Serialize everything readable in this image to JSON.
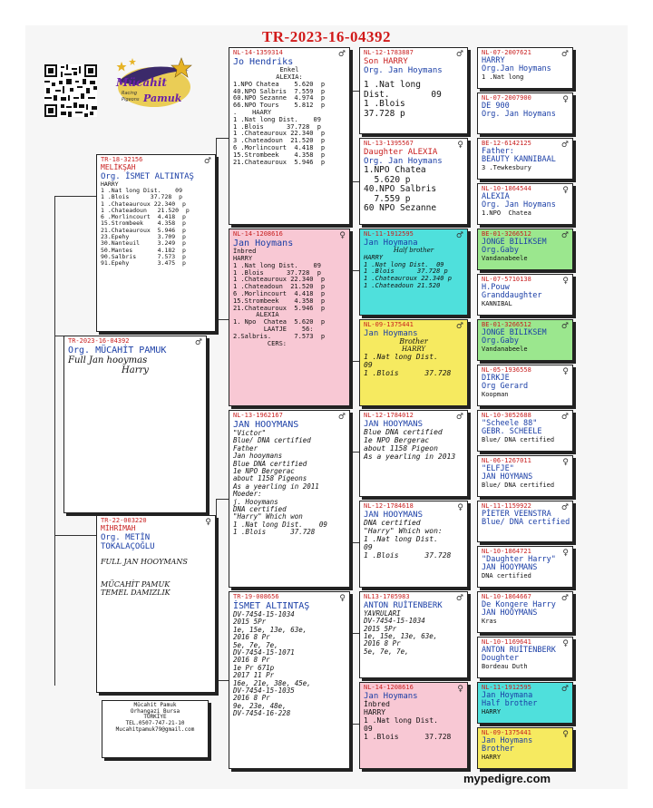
{
  "pedigree_id": "TR-2023-16-04392",
  "footer": "mypedigre.com",
  "owner": {
    "l1": "Mücahit Pamuk",
    "l2": "Orhangazi Bursa",
    "l3": "TÜRKİYE",
    "l4": "TEL.0507-747-21-10",
    "l5": "Mucahitpamuk79@gmail.com"
  },
  "logo": {
    "name": "Mücahit",
    "sub1": "Racing",
    "sub2": "Pigeons",
    "name2": "Pamuk"
  },
  "subject": {
    "ring": "TR-2023-16-04392",
    "name": "Org. MÜCAHİT PAMUK",
    "l1": "Full Jan hooymas",
    "l2": "Harry"
  },
  "sire": {
    "ring": "TR-18-32156",
    "name1": "MELİKŞAH",
    "name2": "Org. İSMET ALTINTAŞ",
    "lines": [
      "HARRY",
      "1 .Nat long Dist.    09",
      "1 .Blois      37.728  p",
      "1 .Chateauroux 22.340  p",
      "1 .Chateadoun   21.520  p",
      "6 .Morlincourt  4.418  p",
      "15.Strombeek    4.358  p",
      "21.Chateauroux  5.946  p",
      "23.Epehy        3.709  p",
      "30.Nanteuil     3.249  p",
      "50.Mantes       4.182  p",
      "90.Salbris      7.573  p",
      "91.Epehy        3.475  p"
    ]
  },
  "dam": {
    "ring": "TR-22-003220",
    "name1": "MİHRİMAH",
    "name2": "Org. METİN",
    "name3": "TOKALAÇOĞLU",
    "l1": "FULL JAN HOOYMANS",
    "l2": "MÜCAHİT PAMUK",
    "l3": "TEMEL DAMIZLIK"
  },
  "ss": {
    "ring": "NL-14-1359314",
    "name": "Jo Hendriks",
    "l1": "Enkel",
    "l2": "ALEXIA:",
    "lines": [
      "1.NPO Chatea    5.620  p",
      "40.NPO Salbris  7.559  p",
      "60.NPO Sezanne  4.974  p",
      "66.NPO Tours    5.812  p",
      ".    HAARY",
      "1 .Nat long Dist.    09",
      "1 .Blois      37.728  p",
      "1 .Chateauroux 22.340  p",
      "3 .Chateadoun  21.520  p",
      "6 .Morlincourt  4.418  p",
      "15.Strombeek    4.358  p",
      "21.Chateauroux  5.946  p"
    ]
  },
  "sd": {
    "ring": "NL-14-1208616",
    "name": "Jan Hoymans",
    "l1": "İnbred",
    "lines": [
      "HARRY",
      "1 .Nat long Dist.    09",
      "1 .Blois      37.728  p",
      "1 .Chateauroux 22.340  p",
      "1 .Chateadoun  21.520  p",
      "6 .Morlincourt  4.418  p",
      "15.Strombeek    4.358  p",
      "21.Chateauroux  5.946  p",
      "      ALEXIA",
      "1. Npo  Chatea  5.620  p",
      "        LAATJE    56:",
      "2.Salbris.      7.573  p",
      "         CERS:"
    ]
  },
  "ds": {
    "ring": "NL-13-1962167",
    "name": "JAN HOOYMANS",
    "lines": [
      "\"Victor\"",
      "Blue/ DNA certified",
      "Father",
      "Jan hooymans",
      "Blue DNA certified",
      "1e NPO Bergerac",
      "about 1158 Pigeons",
      "As a yearling in 2011",
      "Moeder:",
      "j. Hooymans",
      "DNA certified",
      "\"Harry\" Which won",
      "1 .Nat long Dist.    09",
      "1 .Blois      37.728"
    ]
  },
  "dd": {
    "ring": "TR-19-008656",
    "name": "İSMET ALTINTAŞ",
    "lines": [
      "DV-7454-15-1034",
      "2015 5Pr",
      "1e, 15e, 13e, 63e,",
      "2016 8 Pr",
      "5e, 7e, 7e,",
      "DV-7454-15-1071",
      "2016 8 Pr",
      "1e Pr 671p",
      "2017 11 Pr",
      "16e, 21e, 38e, 45e,",
      "DV-7454-15-1035",
      "2016 8 Pr",
      "9e, 23e, 48e,",
      "DV-7454-16-228"
    ]
  },
  "sss": {
    "ring": "NL-12-1783887",
    "name1": "Son HARRY",
    "name2": "Org. Jan Hoymans",
    "lines": [
      "1 .Nat long",
      "Dist.        09",
      "1 .Blois",
      "37.728 p"
    ]
  },
  "ssd": {
    "ring": "NL-13-1395567",
    "name1": "Daughter ALEXIA",
    "name2": "Org. Jan Hoymans",
    "lines": [
      "1.NPO Chatea",
      "  5.620 p",
      "40.NPO Salbris",
      "  7.559 p",
      "60 NPO Sezanne"
    ]
  },
  "sds": {
    "ring": "NL-11-1912595",
    "name": "Jan Hoymana",
    "l1": "Half brother",
    "lines": [
      "HARRY",
      "1 .Nat long Dist.  09",
      "1 .Blois      37.728 p",
      "1 .Chateauroux 22.340 p",
      "1 .Chateadoun 21.520"
    ]
  },
  "sdd": {
    "ring": "NL-09-1375441",
    "name": "Jan Hoymans",
    "l1": "Brother",
    "l2": "HARRY",
    "lines": [
      "1 .Nat long Dist.",
      "09",
      "1 .Blois      37.728"
    ]
  },
  "dss": {
    "ring": "NL-12-1784012",
    "name": "JAN HOOYMANS",
    "lines": [
      "Blue DNA certified",
      "1e NPO Bergerac",
      "about 1158 Pigeon",
      "As a yearling in 2013"
    ]
  },
  "dsd": {
    "ring": "NL-12-1784618",
    "name": "JAN HOOYMANS",
    "lines": [
      "DNA certified",
      "\"Harry\" Which won:",
      "1 .Nat long Dist.",
      "09",
      "1 .Blois      37.728"
    ]
  },
  "dds": {
    "ring": "NL13-1705983",
    "name": "ANTON RUİTENBERK",
    "lines": [
      "YAVRULARI",
      "DV-7454-15-1034",
      "2015 5Pr",
      "1e, 15e, 13e, 63e,",
      "2016 8 Pr",
      "5e, 7e, 7e,"
    ]
  },
  "ddd": {
    "ring": "NL-14-1208616",
    "name": "Jan Hoymans",
    "l1": "İnbred",
    "lines": [
      "HARRY",
      "1 .Nat long Dist.",
      "09",
      "1 .Blois      37.728"
    ]
  },
  "g4": [
    {
      "ring": "NL-07-2007621",
      "n1": "HARRY",
      "n2": "Org.Jan Hoymans",
      "n3": "1 .Nat long"
    },
    {
      "ring": "NL-07-2007900",
      "n1": "DE 900",
      "n2": "Org. Jan Hoymans",
      "n3": ""
    },
    {
      "ring": "BE-12-6142125",
      "n1": "Father:",
      "n2": "BEAUTY KANNIBAAL",
      "n3": "3 .Tewkesbury"
    },
    {
      "ring": "NL-10-1864544",
      "n1": "ALEXIA",
      "n2": "Org. Jan Hoymans",
      "n3": "1.NPO  Chatea"
    },
    {
      "ring": "BE-01-3266512",
      "n1": "JONGE BILIKSEM",
      "n2": "Org.Gaby",
      "n3": "Vandanabeele"
    },
    {
      "ring": "NL-07-5710138",
      "n1": "H.Pouw",
      "n2": "Granddaughter",
      "n3": "KANNIBAL"
    },
    {
      "ring": "BE-01-3266512",
      "n1": "JONGE BILIKSEM",
      "n2": "Org.Gaby",
      "n3": "Vandanabeele"
    },
    {
      "ring": "NL-05-1936558",
      "n1": "DIRKJE",
      "n2": "Org Gerard",
      "n3": "Koopman"
    },
    {
      "ring": "NL-10-3052688",
      "n1": "\"Scheele 88\"",
      "n2": "GEBR. SCHEELE",
      "n3": "Blue/ DNA certified"
    },
    {
      "ring": "NL-06-1267011",
      "n1": "\"ELFJE\"",
      "n2": "JAN HOYMANS",
      "n3": "Blue/ DNA certified"
    },
    {
      "ring": "NL-11-1159922",
      "n1": "PİETER VEENSTRA",
      "n2": "Blue/ DNA certified",
      "n3": ""
    },
    {
      "ring": "NL-10-1864721",
      "n1": "\"Daughter Harry\"",
      "n2": "JAN HOOYMANS",
      "n3": "DNA certified"
    },
    {
      "ring": "NL-10-1864667",
      "n1": "De Kongere Harry",
      "n2": "JAN HOOYMANS",
      "n3": "Kras"
    },
    {
      "ring": "NL-10-1169641",
      "n1": "ANTON RUİTENBERK",
      "n2": "Doughter",
      "n3": "Bordeau Duth"
    },
    {
      "ring": "NL-11-1912595",
      "n1": "Jan Hoymana",
      "n2": "Half brother",
      "n3": "HARRY"
    },
    {
      "ring": "NL-09-1375441",
      "n1": "Jan Hoymans",
      "n2": "Brother",
      "n3": "HARRY"
    }
  ]
}
